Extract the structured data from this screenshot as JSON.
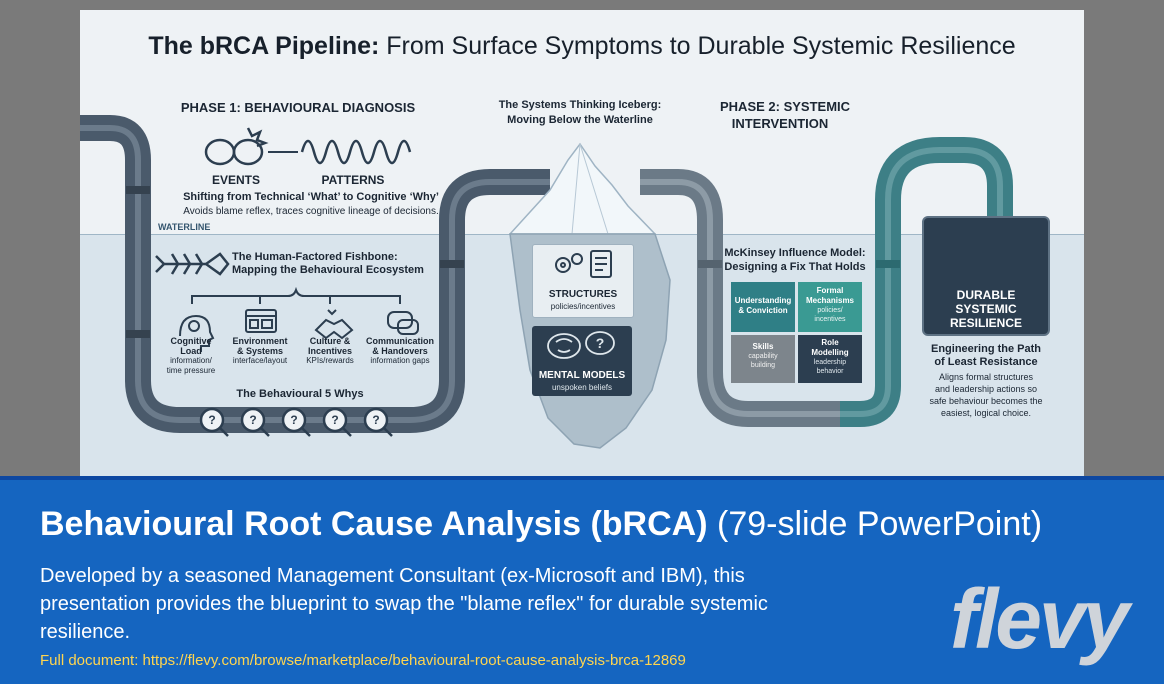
{
  "slide": {
    "title_bold": "The bRCA Pipeline:",
    "title_rest": " From Surface Symptoms to Durable Systemic Resilience",
    "waterline": "WATERLINE",
    "phase1": {
      "heading": "PHASE 1: BEHAVIOURAL DIAGNOSIS",
      "events": "EVENTS",
      "patterns": "PATTERNS",
      "shift": "Shifting from Technical ‘What’ to Cognitive ‘Why’",
      "shift_sub": "Avoids blame reflex, traces cognitive lineage of decisions.",
      "fishbone_title_1": "The Human-Factored Fishbone:",
      "fishbone_title_2": "Mapping the Behavioural Ecosystem",
      "factors": [
        {
          "title1": "Cognitive",
          "title2": "Load",
          "sub1": "information/",
          "sub2": "time pressure"
        },
        {
          "title1": "Environment",
          "title2": "& Systems",
          "sub1": "interface/layout",
          "sub2": ""
        },
        {
          "title1": "Culture &",
          "title2": "Incentives",
          "sub1": "KPIs/rewards",
          "sub2": ""
        },
        {
          "title1": "Communication",
          "title2": "& Handovers",
          "sub1": "information gaps",
          "sub2": ""
        }
      ],
      "whys": "The Behavioural 5 Whys"
    },
    "iceberg": {
      "title_1": "The Systems Thinking Iceberg:",
      "title_2": "Moving Below the Waterline",
      "structures": "STRUCTURES",
      "structures_sub": "policies/incentives",
      "mental_models": "MENTAL MODELS",
      "mental_models_sub": "unspoken beliefs"
    },
    "phase2": {
      "heading_1": "PHASE 2: SYSTEMIC",
      "heading_2": "INTERVENTION",
      "model_title_1": "McKinsey Influence Model:",
      "model_title_2": "Designing a Fix That Holds",
      "quadrants": [
        {
          "l1": "Understanding",
          "l2": "& Conviction",
          "s1": "",
          "s2": "",
          "color": "#2f7f86"
        },
        {
          "l1": "Formal",
          "l2": "Mechanisms",
          "s1": "policies/",
          "s2": "incentives",
          "color": "#3a9a93"
        },
        {
          "l1": "Skills",
          "l2": "",
          "s1": "capability",
          "s2": "building",
          "color": "#7d858c"
        },
        {
          "l1": "Role",
          "l2": "Modelling",
          "s1": "leadership",
          "s2": "behavior",
          "color": "#2c3e50"
        }
      ]
    },
    "resilience": {
      "box_1": "DURABLE",
      "box_2": "SYSTEMIC",
      "box_3": "RESILIENCE",
      "title_1": "Engineering the Path",
      "title_2": "of Least Resistance",
      "desc_1": "Aligns formal structures",
      "desc_2": "and leadership actions so",
      "desc_3": "safe behaviour becomes the",
      "desc_4": "easiest, logical choice."
    },
    "colors": {
      "navy": "#2c3e50",
      "teal": "#3d7f86",
      "pipe_gray": "#5b6b7a",
      "water": "#d9e4ec"
    }
  },
  "banner": {
    "heading_bold": "Behavioural Root Cause Analysis (bRCA)",
    "heading_rest": " (79-slide PowerPoint)",
    "description": "Developed by a seasoned Management Consultant (ex-Microsoft and IBM), this presentation provides the blueprint to swap the \"blame reflex\" for durable systemic resilience.",
    "link": "Full document: https://flevy.com/browse/marketplace/behavioural-root-cause-analysis-brca-12869",
    "logo": "flevy"
  }
}
